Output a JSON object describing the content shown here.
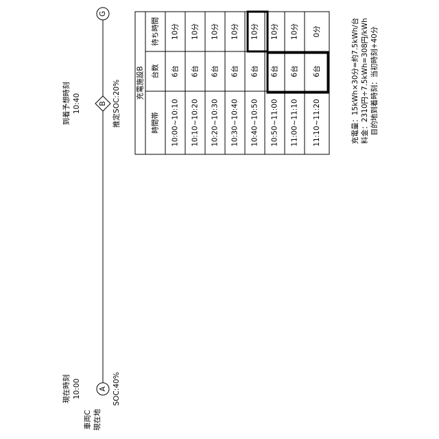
{
  "route": {
    "start": {
      "icon": "A",
      "label_vehicle": "車両C",
      "label_place": "現在地",
      "time_label": "現在時刻",
      "time": "10:00",
      "soc": "SOC:40%"
    },
    "middle": {
      "icon": "B",
      "arrival_label": "到着予想時刻",
      "arrival_time": "10:40",
      "soc": "推定SOC:20%"
    },
    "end": {
      "icon": "G"
    }
  },
  "table": {
    "title": "充電施設B",
    "headers": [
      "時間帯",
      "台数",
      "待ち時間"
    ],
    "rows": [
      [
        "10:00~10:10",
        "6台",
        "10分"
      ],
      [
        "10:10~10:20",
        "6台",
        "10分"
      ],
      [
        "10:20~10:30",
        "6台",
        "10分"
      ],
      [
        "10:30~10:40",
        "6台",
        "10分"
      ],
      [
        "10:40~10:50",
        "6台",
        "10分"
      ],
      [
        "10:50~11:00",
        "6台",
        "10分"
      ],
      [
        "11:00~11:10",
        "6台",
        "10分"
      ],
      [
        "11:10~11:20",
        "6台",
        "0分"
      ]
    ]
  },
  "notes": [
    "充電量：15kWh×30分=約7.5kWh/台",
    "料金：2310円÷7.5kWh=308円/kWh",
    "目的地到着時刻：当初時刻+40分"
  ]
}
